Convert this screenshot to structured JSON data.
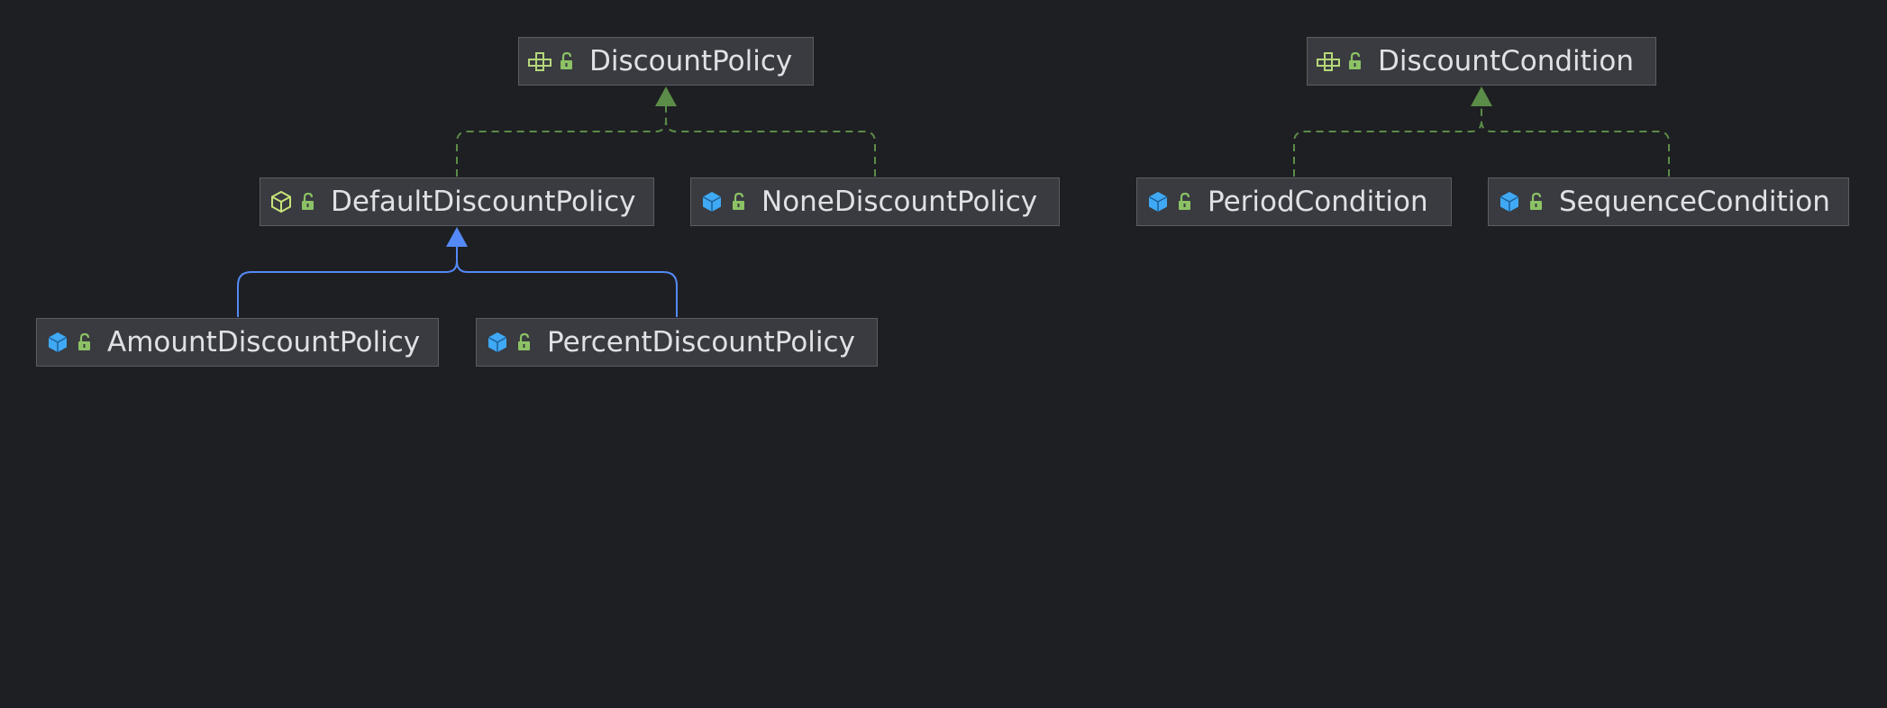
{
  "diagram": {
    "colors": {
      "background": "#1e1f22",
      "node_fill": "#393b40",
      "node_border": "#5a5d63",
      "text": "#dfe1e5",
      "realization_edge": "#5b8c48",
      "generalization_edge": "#548af7",
      "interface_icon": "#b5d77a",
      "abstract_icon": "#c8e37a",
      "class_icon": "#3fa9f5",
      "lock_icon": "#8cc265"
    },
    "nodes": {
      "discount_policy": {
        "label": "DiscountPolicy",
        "kind": "interface",
        "icon": "interface-icon"
      },
      "discount_condition": {
        "label": "DiscountCondition",
        "kind": "interface",
        "icon": "interface-icon"
      },
      "default_discount_policy": {
        "label": "DefaultDiscountPolicy",
        "kind": "abstract-class",
        "icon": "abstract-class-icon"
      },
      "none_discount_policy": {
        "label": "NoneDiscountPolicy",
        "kind": "class",
        "icon": "class-icon"
      },
      "period_condition": {
        "label": "PeriodCondition",
        "kind": "class",
        "icon": "class-icon"
      },
      "sequence_condition": {
        "label": "SequenceCondition",
        "kind": "class",
        "icon": "class-icon"
      },
      "amount_discount_policy": {
        "label": "AmountDiscountPolicy",
        "kind": "class",
        "icon": "class-icon"
      },
      "percent_discount_policy": {
        "label": "PercentDiscountPolicy",
        "kind": "class",
        "icon": "class-icon"
      }
    },
    "edges": [
      {
        "from": "default_discount_policy",
        "to": "discount_policy",
        "kind": "realization"
      },
      {
        "from": "none_discount_policy",
        "to": "discount_policy",
        "kind": "realization"
      },
      {
        "from": "period_condition",
        "to": "discount_condition",
        "kind": "realization"
      },
      {
        "from": "sequence_condition",
        "to": "discount_condition",
        "kind": "realization"
      },
      {
        "from": "amount_discount_policy",
        "to": "default_discount_policy",
        "kind": "generalization"
      },
      {
        "from": "percent_discount_policy",
        "to": "default_discount_policy",
        "kind": "generalization"
      }
    ]
  }
}
